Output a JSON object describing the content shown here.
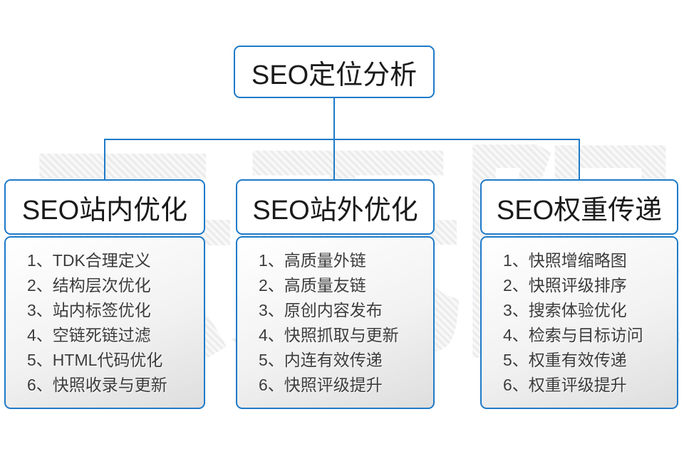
{
  "watermark": {
    "text": "云无限"
  },
  "colors": {
    "accent_blue": "#1e7ac8",
    "title_text": "#1a1a1a",
    "item_text": "#3b3b3b",
    "panel_gradient_start": "#ffffff",
    "panel_gradient_end": "#dedede"
  },
  "diagram": {
    "root": {
      "label": "SEO定位分析"
    },
    "columns": [
      {
        "header": "SEO站内优化",
        "items": [
          "1、TDK合理定义",
          "2、结构层次优化",
          "3、站内标签优化",
          "4、空链死链过滤",
          "5、HTML代码优化",
          "6、快照收录与更新"
        ]
      },
      {
        "header": "SEO站外优化",
        "items": [
          "1、高质量外链",
          "2、高质量友链",
          "3、原创内容发布",
          "4、快照抓取与更新",
          "5、内连有效传递",
          "6、快照评级提升"
        ]
      },
      {
        "header": "SEO权重传递",
        "items": [
          "1、快照增缩略图",
          "2、快照评级排序",
          "3、搜索体验优化",
          "4、检索与目标访问",
          "5、权重有效传递",
          "6、权重评级提升"
        ]
      }
    ]
  }
}
